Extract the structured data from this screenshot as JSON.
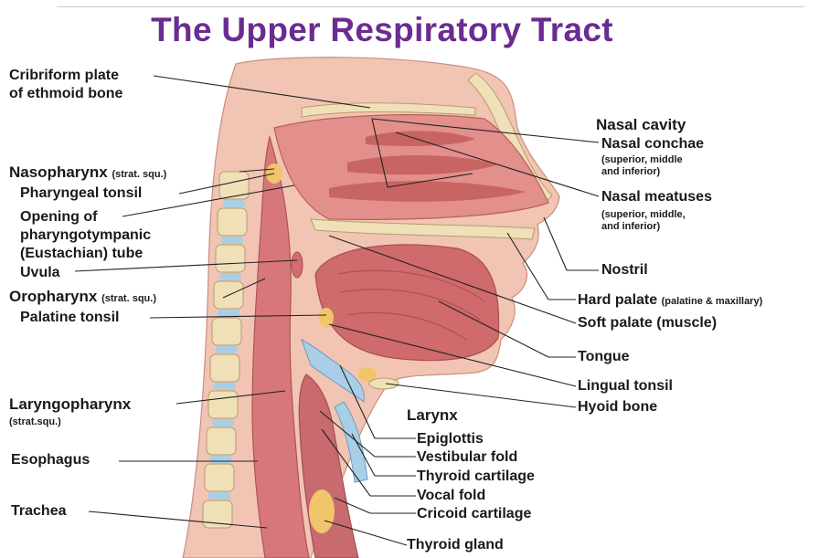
{
  "title": "The Upper Respiratory Tract",
  "colors": {
    "title": "#6a2c91",
    "tissue": "#d9777a",
    "bone": "#efe0b8",
    "leader": "#222222"
  },
  "labels": {
    "cribriform_1": "Cribriform plate",
    "cribriform_2": "of ethmoid bone",
    "nasopharynx": "Nasopharynx",
    "nasopharynx_note": "(strat. squ.)",
    "pharyngeal_tonsil": "Pharyngeal tonsil",
    "opening_1": "Opening of",
    "opening_2": "pharyngotympanic",
    "opening_3": "(Eustachian) tube",
    "uvula": "Uvula",
    "oropharynx": "Oropharynx",
    "oropharynx_note": "(strat. squ.)",
    "palatine_tonsil": "Palatine tonsil",
    "laryngopharynx": "Laryngopharynx",
    "laryngopharynx_note": "(strat.squ.)",
    "esophagus": "Esophagus",
    "trachea": "Trachea",
    "nasal_cavity": "Nasal cavity",
    "nasal_conchae": "Nasal conchae",
    "conchae_note_1": "(superior, middle",
    "conchae_note_2": "and inferior)",
    "nasal_meatuses": "Nasal meatuses",
    "meatuses_note_1": "(superior, middle,",
    "meatuses_note_2": "and inferior)",
    "nostril": "Nostril",
    "hard_palate": "Hard palate",
    "hard_palate_note": "(palatine & maxillary)",
    "soft_palate": "Soft palate (muscle)",
    "tongue": "Tongue",
    "lingual_tonsil": "Lingual tonsil",
    "hyoid_bone": "Hyoid bone",
    "larynx": "Larynx",
    "epiglottis": "Epiglottis",
    "vestibular_fold": "Vestibular fold",
    "thyroid_cartilage": "Thyroid cartilage",
    "vocal_fold": "Vocal fold",
    "cricoid_cartilage": "Cricoid cartilage",
    "thyroid_gland": "Thyroid gland"
  }
}
